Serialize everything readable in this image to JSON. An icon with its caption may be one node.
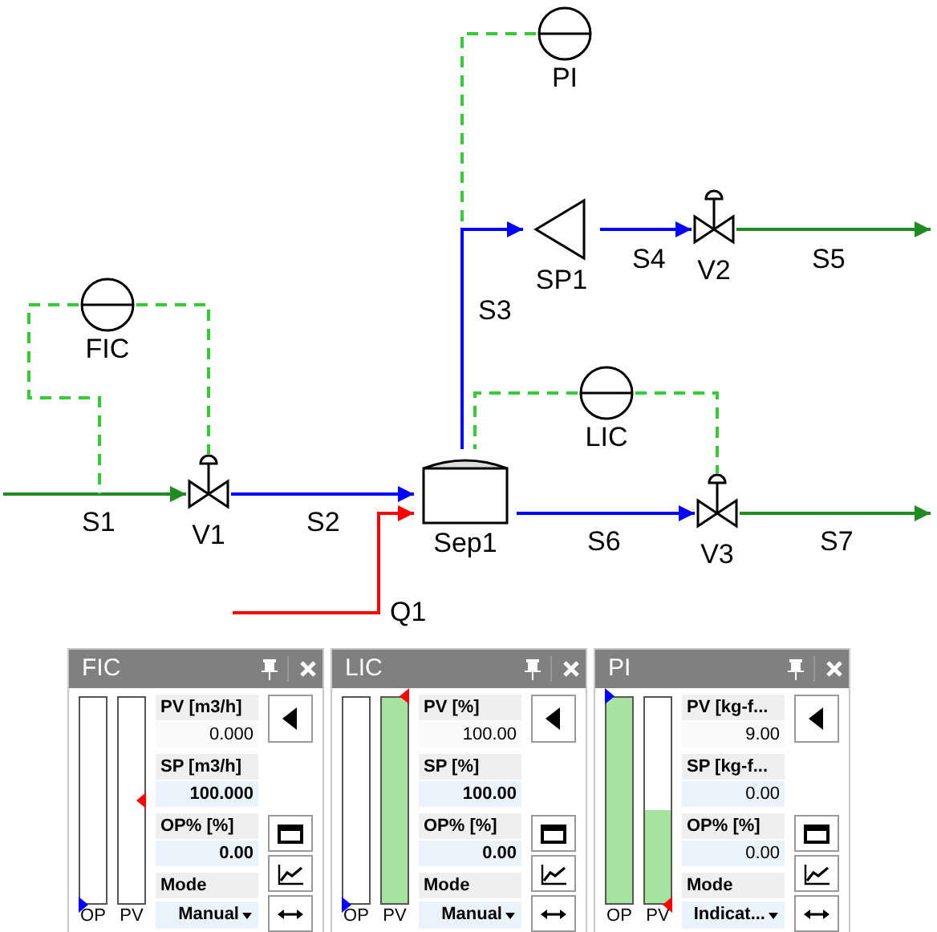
{
  "diagram": {
    "nodes": [
      {
        "text": [
          "PI"
        ]
      },
      {
        "text": [
          "SP1"
        ]
      },
      {
        "text": [
          "V2"
        ]
      },
      {
        "text": [
          "FIC"
        ]
      },
      {
        "text": [
          "LIC"
        ]
      },
      {
        "text": [
          "V1"
        ]
      },
      {
        "text": [
          "Sep1"
        ]
      },
      {
        "text": [
          "V3"
        ]
      },
      {
        "text": [
          "FIC",
          "PV [m3/h]",
          "0.000",
          "SP [m3/h]",
          "100.000",
          "OP% [%]",
          "0.00",
          "Mode",
          "OP",
          "PV",
          "Manual"
        ]
      },
      {
        "text": [
          "LIC",
          "PV [%]",
          "100.00",
          "SP [%]",
          "100.00",
          "OP% [%]",
          "0.00",
          "Mode",
          "OP",
          "PV",
          "Manual"
        ]
      },
      {
        "text": [
          "PI",
          "PV [kg-f...",
          "9.00",
          "SP [kg-f...",
          "0.00",
          "OP% [%]",
          "0.00",
          "Mode",
          "OP",
          "PV",
          "Indicat..."
        ]
      }
    ],
    "edges": [
      {
        "from": null,
        "to": 5,
        "arrow": "to",
        "label": "S1",
        "color": "#1e8c1e"
      },
      {
        "from": 5,
        "to": 6,
        "arrow": "to",
        "label": "S2",
        "color": "#0000ff"
      },
      {
        "from": null,
        "to": 6,
        "arrow": "to",
        "label": "Q1",
        "color": "#ff0000"
      },
      {
        "from": 6,
        "to": 1,
        "arrow": "to",
        "label": "S3",
        "color": "#0000ff"
      },
      {
        "from": 1,
        "to": 2,
        "arrow": "to",
        "label": "S4",
        "color": "#0000ff"
      },
      {
        "from": 2,
        "to": null,
        "arrow": "to",
        "label": "S5",
        "color": "#1e8c1e"
      },
      {
        "from": 6,
        "to": 7,
        "arrow": "to",
        "label": "S6",
        "color": "#0000ff"
      },
      {
        "from": 7,
        "to": null,
        "arrow": "to",
        "label": "S7",
        "color": "#1e8c1e"
      },
      {
        "from": 3,
        "to": null,
        "arrow": "none",
        "style": "dashed",
        "color": "#33cc33"
      },
      {
        "from": 3,
        "to": 5,
        "arrow": "none",
        "style": "dashed",
        "color": "#33cc33"
      },
      {
        "from": 0,
        "to": null,
        "arrow": "none",
        "style": "dashed",
        "color": "#33cc33"
      },
      {
        "from": 4,
        "to": 6,
        "arrow": "none",
        "style": "dashed",
        "color": "#33cc33"
      },
      {
        "from": 4,
        "to": 7,
        "arrow": "none",
        "style": "dashed",
        "color": "#33cc33"
      }
    ]
  }
}
